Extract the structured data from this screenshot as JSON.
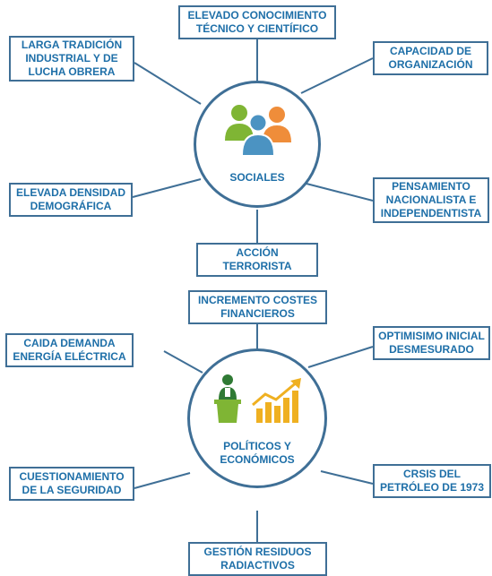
{
  "colors": {
    "line": "#3f6f96",
    "text": "#1e6fa8",
    "green": "#7fb534",
    "orange": "#ef8d3a",
    "blue": "#4b93c2",
    "gold": "#efb021",
    "darkgreen": "#2f7a34"
  },
  "top": {
    "center_label": "SOCIALES",
    "center_icon": "people-group-icon",
    "items": [
      "ELEVADO CONOCIMIENTO\nTÉCNICO Y CIENTÍFICO",
      "LARGA TRADICIÓN\nINDUSTRIAL Y DE\nLUCHA OBRERA",
      "CAPACIDAD DE\nORGANIZACIÓN",
      "ELEVADA DENSIDAD\nDEMOGRÁFICA",
      "PENSAMIENTO\nNACIONALISTA E\nINDEPENDENTISTA",
      "ACCIÓN\nTERRORISTA"
    ]
  },
  "bottom": {
    "center_label": "POLÍTICOS Y\nECONÓMICOS",
    "center_icons": [
      "speaker-podium-icon",
      "growth-bar-chart-icon"
    ],
    "items": [
      "INCREMENTO COSTES\nFINANCIEROS",
      "CAIDA DEMANDA\nENERGÍA ELÉCTRICA",
      "OPTIMISIMO INICIAL\nDESMESURADO",
      "CUESTIONAMIENTO\nDE LA SEGURIDAD",
      "CRSIS DEL\nPETRÓLEO DE 1973",
      "GESTIÓN RESIDUOS\nRADIACTIVOS"
    ]
  }
}
